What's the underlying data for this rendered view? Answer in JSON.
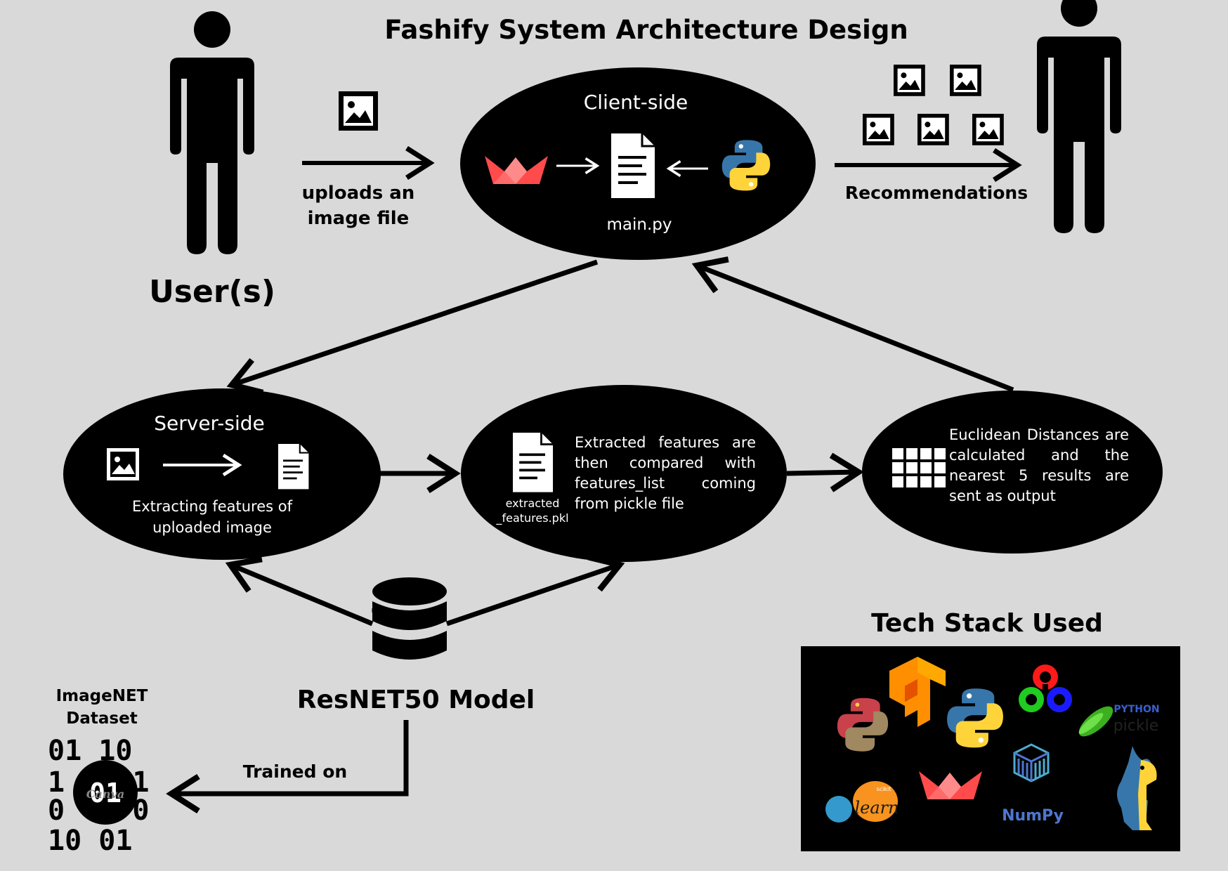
{
  "title": "Fashify System Architecture Design",
  "users_label": "User(s)",
  "upload_label_line1": "uploads an",
  "upload_label_line2": "image file",
  "recommendations_label": "Recommendations",
  "client": {
    "title": "Client-side",
    "file_label": "main.py"
  },
  "server": {
    "title": "Server-side",
    "caption_line1": "Extracting features of",
    "caption_line2": "uploaded image"
  },
  "compare": {
    "file_label_line1": "extracted",
    "file_label_line2": "_features.pkl",
    "text": "Extracted features are then compared with features_list coming from pickle file"
  },
  "distance": {
    "text": "Euclidean Distances are calculated and the nearest 5 results are sent as output"
  },
  "model_label": "ResNET50 Model",
  "trained_on_label": "Trained on",
  "dataset": {
    "label_line1": "ImageNET",
    "label_line2": "Dataset",
    "binary_rows": [
      "01 10",
      "1    1",
      "0    0",
      "10 01"
    ],
    "watermark": "Canva"
  },
  "tech_stack": {
    "title": "Tech Stack Used",
    "logos": {
      "pillow": "pillow-logo",
      "tensorflow": "tensorflow-logo",
      "python": "python-logo",
      "opencv": "opencv-logo",
      "pickle_text_line1": "PYTHON",
      "pickle_text_line2": "pickle",
      "sklearn_small": "scikit",
      "sklearn_text": "learn",
      "streamlit": "streamlit-logo",
      "numpy_text": "NumPy",
      "python_jupyter": "python-mascot-logo"
    }
  },
  "colors": {
    "background": "#d9d9d9",
    "node_fill": "#000000",
    "streamlit_red": "#ff4b4b",
    "python_blue": "#3776ab",
    "python_yellow": "#ffd43b",
    "tensorflow_orange": "#ff8f00",
    "numpy_blue": "#4d77cf",
    "sklearn_orange": "#f7931e",
    "sklearn_blue": "#3499cd"
  }
}
